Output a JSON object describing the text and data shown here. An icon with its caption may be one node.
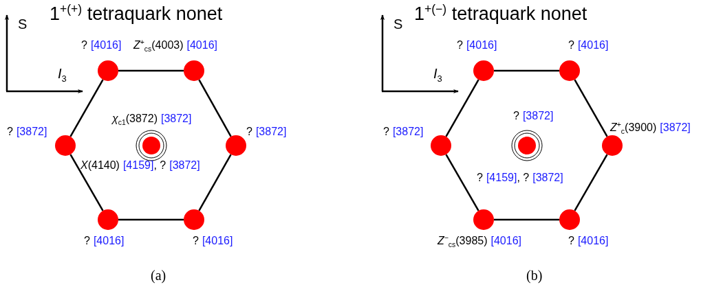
{
  "diagram": {
    "nodes": [
      {
        "text": [],
        "shape": "circle",
        "beside": [
          "?",
          "[4016]"
        ]
      },
      {
        "text": [],
        "shape": "circle",
        "beside": [
          "*Z*$^{+}$$_{cs}$(4003)",
          "[4016]"
        ]
      },
      {
        "text": [],
        "shape": "circle",
        "beside": [
          "?",
          "[3872]"
        ]
      },
      {
        "text": [],
        "shape": "circle",
        "beside": [
          "*χ*$_{c1}$(3872)",
          "[3872]",
          "*X*(4140)",
          "[4159]",
          ", ?",
          "[3872]"
        ]
      },
      {
        "text": [],
        "shape": "circle",
        "beside": [
          "?",
          "[3872]"
        ]
      },
      {
        "text": [],
        "shape": "circle",
        "beside": [
          "?",
          "[4016]"
        ]
      },
      {
        "text": [],
        "shape": "circle",
        "beside": [
          "?",
          "[4016]"
        ]
      },
      {
        "text": [],
        "shape": "circle",
        "beside": [
          "?",
          "[4016]"
        ]
      },
      {
        "text": [],
        "shape": "circle",
        "beside": [
          "?",
          "[4016]"
        ]
      },
      {
        "text": [],
        "shape": "circle",
        "beside": [
          "?",
          "[3872]"
        ]
      },
      {
        "text": [],
        "shape": "circle",
        "beside": [
          "?",
          "[3872]",
          "?",
          "[4159]",
          ", ?",
          "[3872]"
        ]
      },
      {
        "text": [],
        "shape": "circle",
        "beside": [
          "*Z*$^{+}$$_{c}$(3900)",
          "[3872]"
        ]
      },
      {
        "text": [],
        "shape": "circle",
        "beside": [
          "*Z*$^{−}$$_{cs}$(3985)",
          "[4016]"
        ]
      },
      {
        "text": [],
        "shape": "circle",
        "beside": [
          "?",
          "[4016]"
        ]
      }
    ],
    "edges": [
      {
        "from": 0,
        "to": 1,
        "arrow": "none"
      },
      {
        "from": 1,
        "to": 4,
        "arrow": "none"
      },
      {
        "from": 4,
        "to": 6,
        "arrow": "none"
      },
      {
        "from": 6,
        "to": 5,
        "arrow": "none"
      },
      {
        "from": 5,
        "to": 2,
        "arrow": "none"
      },
      {
        "from": 2,
        "to": 0,
        "arrow": "none"
      },
      {
        "from": 7,
        "to": 8,
        "arrow": "none"
      },
      {
        "from": 8,
        "to": 11,
        "arrow": "none"
      },
      {
        "from": 11,
        "to": 13,
        "arrow": "none"
      },
      {
        "from": 13,
        "to": 12,
        "arrow": "none"
      },
      {
        "from": 12,
        "to": 9,
        "arrow": "none"
      },
      {
        "from": 9,
        "to": 7,
        "arrow": "none"
      }
    ],
    "labels": [
      "1$^{+(+)}$ tetraquark nonet",
      "S",
      "*I*$_{3}$",
      "(a)",
      "1$^{+(−)}$ tetraquark nonet",
      "S",
      "*I*$_{3}$",
      "(b)"
    ]
  }
}
